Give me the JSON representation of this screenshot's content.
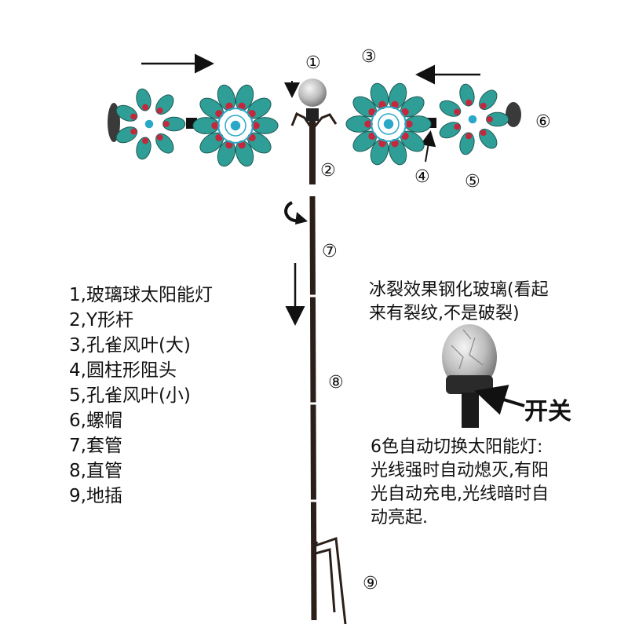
{
  "callouts": {
    "n1": "①",
    "n2": "②",
    "n3": "③",
    "n4": "④",
    "n5": "⑤",
    "n6": "⑥",
    "n7": "⑦",
    "n8": "⑧",
    "n9": "⑨"
  },
  "legend": [
    "1,玻璃球太阳能灯",
    "2,Y形杆",
    "3,孔雀风叶(大)",
    "4,圆柱形阻头",
    "5,孔雀风叶(小)",
    "6,螺帽",
    "7,套管",
    "8,直管",
    "9,地插"
  ],
  "notes": {
    "glass_line1": "冰裂效果钢化玻璃(看起",
    "glass_line2": "来有裂纹,不是破裂)",
    "switch_label": "开关",
    "solar_line1": "6色自动切换太阳能灯:",
    "solar_line2": "光线强时自动熄灭,有阳",
    "solar_line3": "光自动充电,光线暗时自",
    "solar_line4": "动亮起."
  },
  "colors": {
    "petal_teal": "#2f9e96",
    "petal_red": "#c4283c",
    "hub_blue": "#2aa8c8",
    "pole": "#2b1f1a",
    "glass": "#d9d9d9"
  },
  "icons": [
    "arrow-right-icon",
    "arrow-left-icon",
    "arrow-down-icon",
    "rotate-icon"
  ]
}
